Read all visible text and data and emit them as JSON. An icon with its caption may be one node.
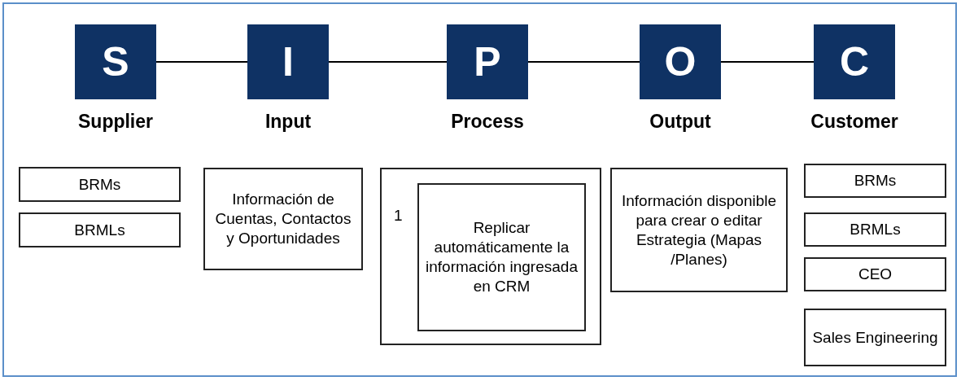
{
  "diagram": {
    "nodes": [
      {
        "text": [
          "S",
          "Supplier"
        ]
      },
      {
        "text": [
          "I",
          "Input"
        ]
      },
      {
        "text": [
          "P",
          "Process"
        ]
      },
      {
        "text": [
          "O",
          "Output"
        ]
      },
      {
        "text": [
          "C",
          "Customer"
        ]
      },
      {
        "text": [
          "BRMs"
        ]
      },
      {
        "text": [
          "BRMLs"
        ]
      },
      {
        "text": [
          "Información de Cuentas, Contactos y Oportunidades"
        ]
      },
      {
        "text": [
          "1"
        ]
      },
      {
        "text": [
          "Replicar automáticamente la información ingresada en CRM"
        ],
        "in": 8
      },
      {
        "text": [
          "Información disponible para crear o editar Estrategia (Mapas /Planes)"
        ]
      },
      {
        "text": [
          "BRMs"
        ]
      },
      {
        "text": [
          "BRMLs"
        ]
      },
      {
        "text": [
          "CEO"
        ]
      },
      {
        "text": [
          "Sales Engineering"
        ]
      }
    ],
    "edges": [
      {
        "from": 0,
        "to": 1,
        "arrow": "none"
      },
      {
        "from": 1,
        "to": 2,
        "arrow": "none"
      },
      {
        "from": 2,
        "to": 3,
        "arrow": "none"
      },
      {
        "from": 3,
        "to": 4,
        "arrow": "none"
      }
    ]
  }
}
